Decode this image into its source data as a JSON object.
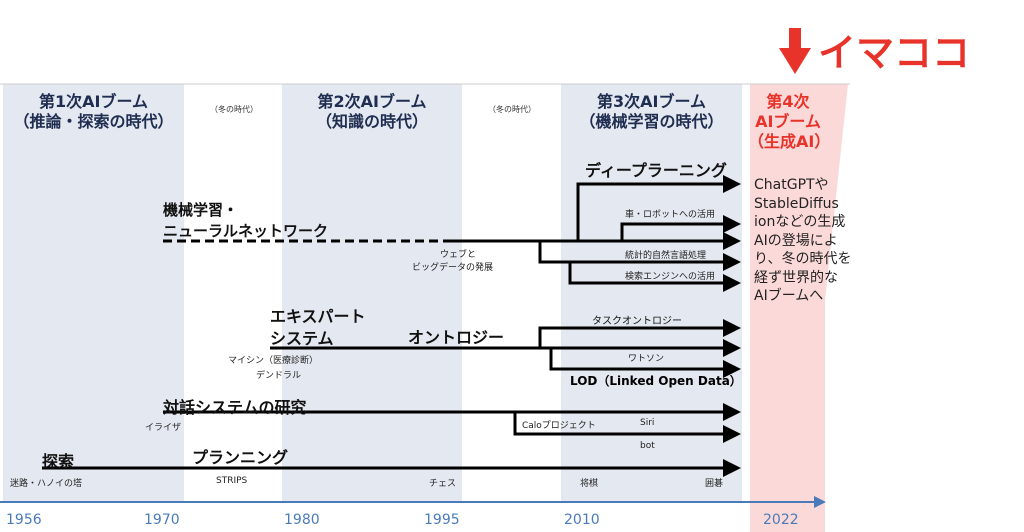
{
  "header": {
    "here_label": "イマココ",
    "accent": "#e8332a"
  },
  "eras": [
    {
      "title": "第1次AIブーム",
      "sub": "（推論・探索の時代）"
    },
    {
      "winter": "（冬の時代）"
    },
    {
      "title": "第2次AIブーム",
      "sub": "（知識の時代）"
    },
    {
      "winter": "（冬の時代）"
    },
    {
      "title": "第3次AIブーム",
      "sub": "（機械学習の時代）"
    },
    {
      "title": "第4次",
      "title2": "AIブーム",
      "sub": "（生成AI）"
    }
  ],
  "fourth_desc": [
    "ChatGPTや",
    "StableDiffus",
    "ionなどの生成",
    "AIの登場によ",
    "り、冬の時代を",
    "経ず世界的な",
    "AIブームへ"
  ],
  "tracks": {
    "ml": {
      "title1": "機械学習・",
      "title2": "ニューラルネットワーク",
      "web": "ウェブと",
      "bigdata": "ビッグデータの発展",
      "deep": "ディープラーニング",
      "robot": "車・ロボットへの活用",
      "nlp": "統計的自然言語処理",
      "search": "検索エンジンへの活用"
    },
    "expert": {
      "title1": "エキスパート",
      "title2": "システム",
      "mycin": "マイシン（医療診断）",
      "dendral": "デンドラル",
      "ontology": "オントロジー",
      "task": "タスクオントロジー",
      "watson": "ワトソン",
      "lod": "LOD（Linked Open Data）"
    },
    "dialog": {
      "title": "対話システムの研究",
      "eliza": "イライザ",
      "calo": "Caloプロジェクト",
      "siri": "Siri",
      "bot": "bot"
    },
    "search": {
      "title": "探索",
      "planning": "プランニング",
      "maze": "迷路・ハノイの塔",
      "strips": "STRIPS",
      "chess": "チェス",
      "shogi": "将棋",
      "go": "囲碁"
    }
  },
  "axis": {
    "years": [
      "1956",
      "1970",
      "1980",
      "1995",
      "2010",
      "2022"
    ]
  }
}
